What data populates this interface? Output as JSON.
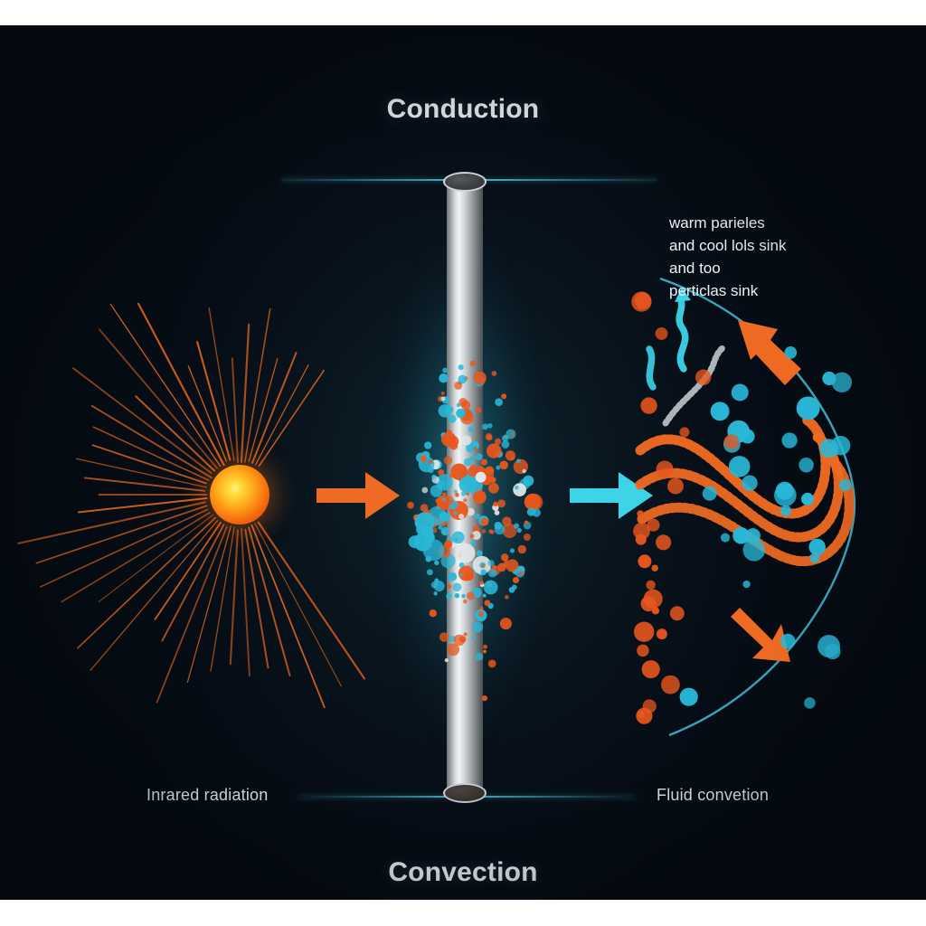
{
  "figure": {
    "title_top": "Conduction",
    "title_bottom": "Convection",
    "label_left": "Inrared radiation",
    "label_right": "Fluid convetion"
  },
  "annotation": {
    "line1": "warm parieles",
    "line2": "and cool lols sink",
    "line3": "and too",
    "line4": "perticlas sink"
  },
  "colors": {
    "background": "#09141d",
    "panel_center": "#0d2630",
    "accent_orange": "#ef6a22",
    "accent_cyan": "#3dd4e8",
    "rule_cyan": "#5ad7eb",
    "particle_orange": "#e8561e",
    "particle_cyan": "#29b8d8",
    "sun_core": "#ffd534",
    "sun_edge": "#d6380a",
    "metal_light": "#f2f4f5",
    "metal_dark": "#4a5053",
    "text": "#f2f5f7"
  },
  "elements": {
    "sun_name": "infrared-radiation-source",
    "rod_name": "metal-rod",
    "arrow_left_name": "orange-transfer-arrow",
    "arrow_right_name": "cyan-transfer-arrow",
    "arc_name": "convection-arc",
    "arrow_up_name": "warm-rise-arrow",
    "arrow_down_name": "cool-sink-arrow"
  }
}
